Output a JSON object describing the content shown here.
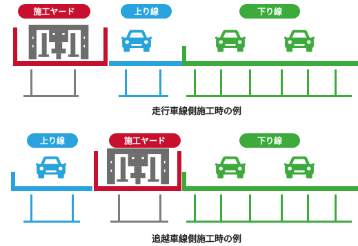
{
  "colors": {
    "construction": "#c8102e",
    "up_line": "#29a3dd",
    "down_line": "#3cab3c",
    "pier": "#7d7d7d",
    "machine": "#6d6d6d",
    "caption": "#222222"
  },
  "diagrams": [
    {
      "labels": {
        "construction": "施工ヤード",
        "up_line": "上り線",
        "down_line": "下り線"
      },
      "caption": "走行車線側施工時の例"
    },
    {
      "labels": {
        "up_line": "上り線",
        "construction": "施工ヤード",
        "down_line": "下り線"
      },
      "caption": "追越車線側施工時の例"
    }
  ]
}
